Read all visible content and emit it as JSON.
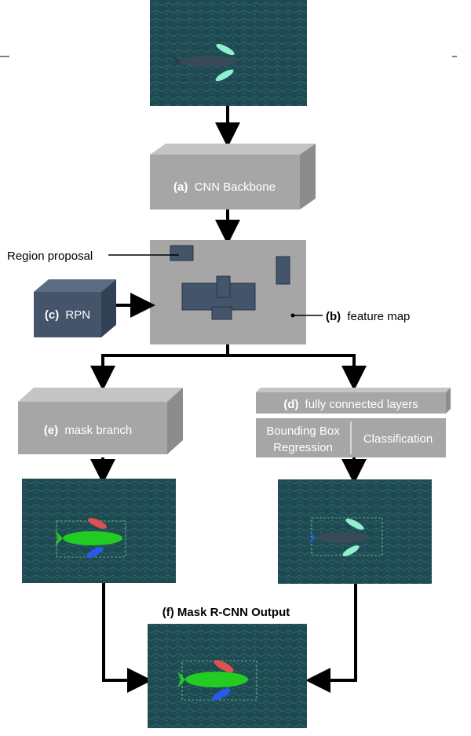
{
  "input_image": {
    "icon": "whale-aerial-photo"
  },
  "backbone": {
    "letter": "(a)",
    "label": "CNN Backbone"
  },
  "feature_map": {
    "letter": "(b)",
    "label": "feature map"
  },
  "region_proposal": {
    "label": "Region proposal"
  },
  "rpn": {
    "letter": "(c)",
    "label": "RPN"
  },
  "fc_layers": {
    "letter": "(d)",
    "label": "fully connected layers"
  },
  "bbox_regression": {
    "line1": "Bounding Box",
    "line2": "Regression"
  },
  "classification": {
    "label": "Classification"
  },
  "mask_branch": {
    "letter": "(e)",
    "label": "mask branch"
  },
  "output": {
    "title": "(f) Mask R-CNN Output"
  },
  "colors": {
    "block_gray": "#a6a6a6",
    "block_top": "#c4c4c4",
    "block_side": "#8c8c8c",
    "rpn_front": "#44546a",
    "rpn_top": "#5a6b82",
    "rpn_side": "#334155",
    "water": "#1f4a52",
    "mask_green": "#22cc22",
    "mask_red": "#e05050",
    "mask_blue": "#2a5ae8",
    "fin_teal": "#8ff0d0"
  }
}
